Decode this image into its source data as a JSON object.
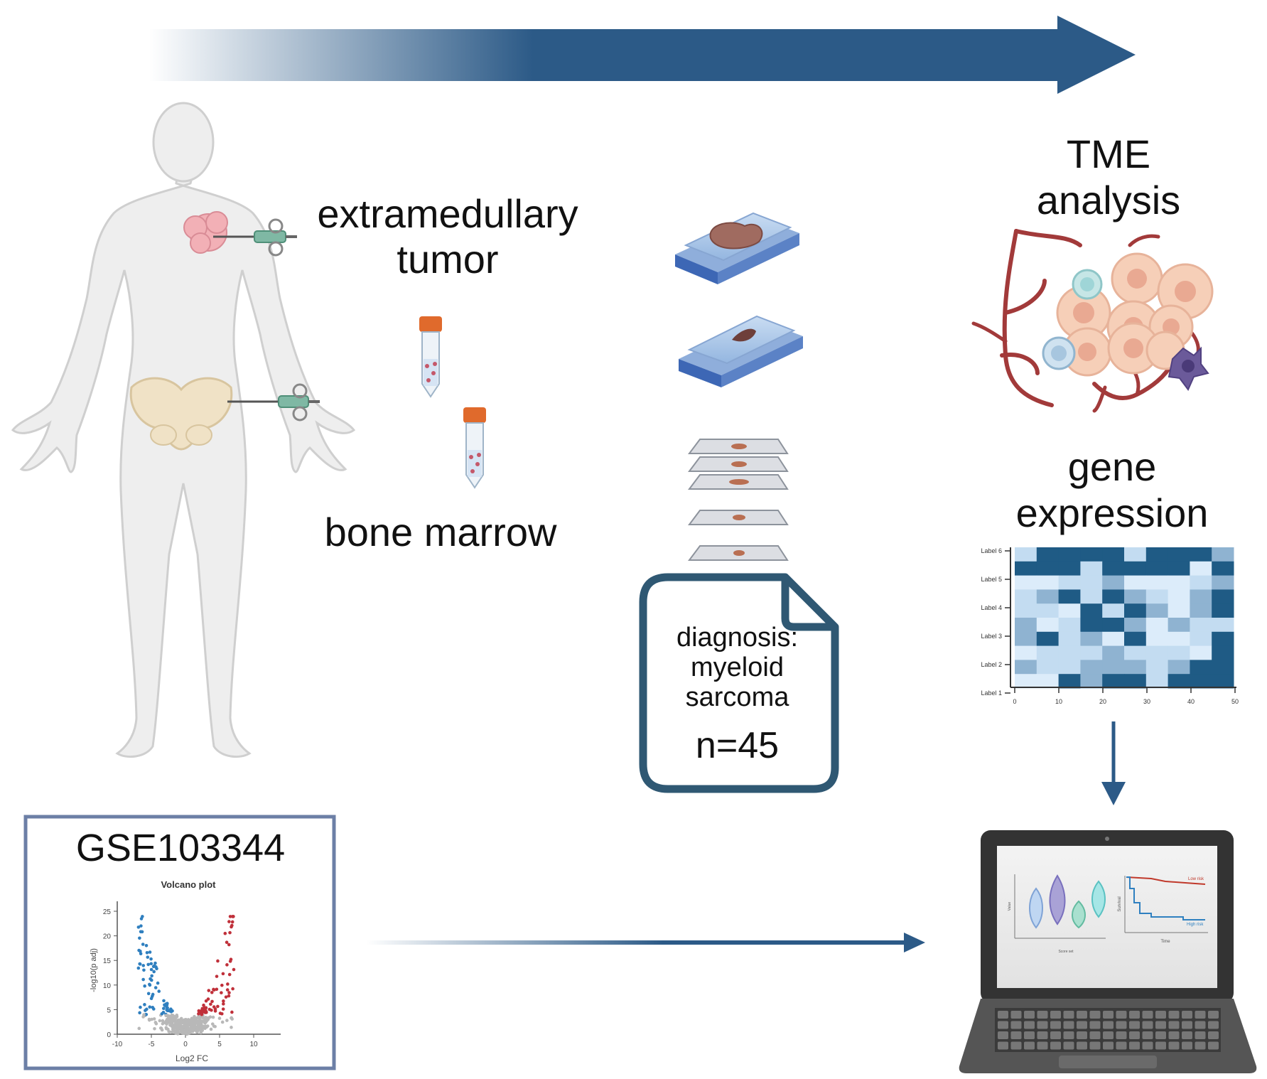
{
  "labels": {
    "extramedullary": "extramedullary",
    "tumor": "tumor",
    "bone_marrow": "bone marrow",
    "tme_line1": "TME",
    "tme_line2": "analysis",
    "gene_line1": "gene",
    "gene_line2": "expression",
    "diagnosis_line1": "diagnosis:",
    "diagnosis_line2": "myeloid",
    "diagnosis_line3": "sarcoma",
    "count": "n=45",
    "dataset": "GSE103344"
  },
  "volcano": {
    "title": "Volcano plot",
    "xlabel": "Log2 FC",
    "ylabel": "-log10(p adj)",
    "xticks": [
      "-10",
      "-5",
      "0",
      "5",
      "10"
    ],
    "yticks": [
      "25",
      "20",
      "15",
      "10",
      "5",
      "0"
    ]
  },
  "heatmap": {
    "row_labels": [
      "Label 6",
      "Label 5",
      "Label 4",
      "Label 3",
      "Label 2",
      "Label 1"
    ],
    "x_ticks": [
      "0",
      "10",
      "20",
      "30",
      "40",
      "50"
    ]
  },
  "laptop": {
    "survival_labels": [
      "Low risk",
      "High risk"
    ],
    "survival_xlabel": "Time",
    "survival_ylabel": "Survival",
    "violin_xlabel": "Score set",
    "violin_ylabel": "Value"
  },
  "colors": {
    "navy": "#2c5a87",
    "volcano_up": "#c0303a",
    "volcano_down": "#2f7fbf",
    "volcano_ns": "#b8b8b8",
    "heatmap_dark": "#1f5b85",
    "heatmap_light": "#dcecfa"
  }
}
